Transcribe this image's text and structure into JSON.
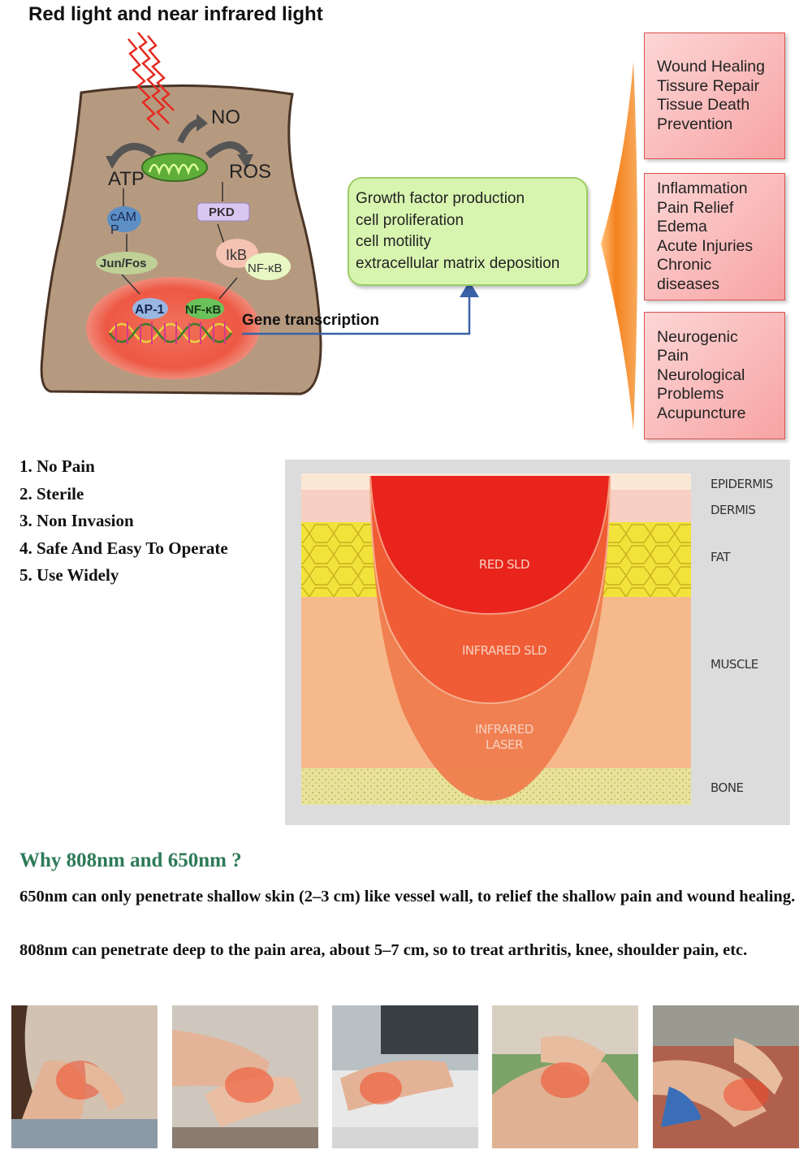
{
  "title": "Red light and near infrared light",
  "mechanism": {
    "no": "NO",
    "atp": "ATP",
    "ros": "ROS",
    "camp": "cAM\nP",
    "pkd": "PKD",
    "junfos": "Jun/Fos",
    "ikb": "IkB",
    "nfkb": "NF-κB",
    "ap1": "AP-1",
    "nfkb2": "NF-κB",
    "gene": "Gene transcription"
  },
  "growth_box": {
    "lines": [
      "Growth factor production",
      "cell proliferation",
      "cell motility",
      "extracellular matrix deposition"
    ]
  },
  "effects": [
    {
      "lines": [
        "Wound Healing",
        "Tissure Repair",
        "Tissue Death",
        "Prevention"
      ]
    },
    {
      "lines": [
        "Inflammation",
        "Pain Relief",
        "Edema",
        "Acute Injuries",
        "Chronic",
        "diseases"
      ]
    },
    {
      "lines": [
        "Neurogenic",
        "Pain",
        "Neurological",
        "Problems",
        "Acupuncture"
      ]
    }
  ],
  "features": [
    "1. No Pain",
    "2. Sterile",
    "3. Non Invasion",
    "4. Safe And Easy To Operate",
    "5. Use Widely"
  ],
  "skin_diagram": {
    "layers": {
      "epidermis": "EPIDERMIS",
      "dermis": "DERMIS",
      "fat": "FAT",
      "muscle": "MUSCLE",
      "bone": "BONE"
    },
    "beams": {
      "red": "RED SLD",
      "infrared_sld": "INFRARED SLD",
      "infrared_laser_1": "INFRARED",
      "infrared_laser_2": "LASER"
    },
    "colors": {
      "fat": "#f2e33a",
      "muscle": "#f6b98c",
      "dermis": "#f7cfc3",
      "red_beam": "#e8241c"
    }
  },
  "why": {
    "heading": "Why 808nm and 650nm ?",
    "p1": "650nm can only penetrate shallow skin (2‒3 cm)  like vessel wall, to relief the shallow pain and wound healing.",
    "p2": "808nm can penetrate deep to the pain area, about 5‒7 cm, so to treat arthritis, knee, shoulder pain, etc."
  }
}
